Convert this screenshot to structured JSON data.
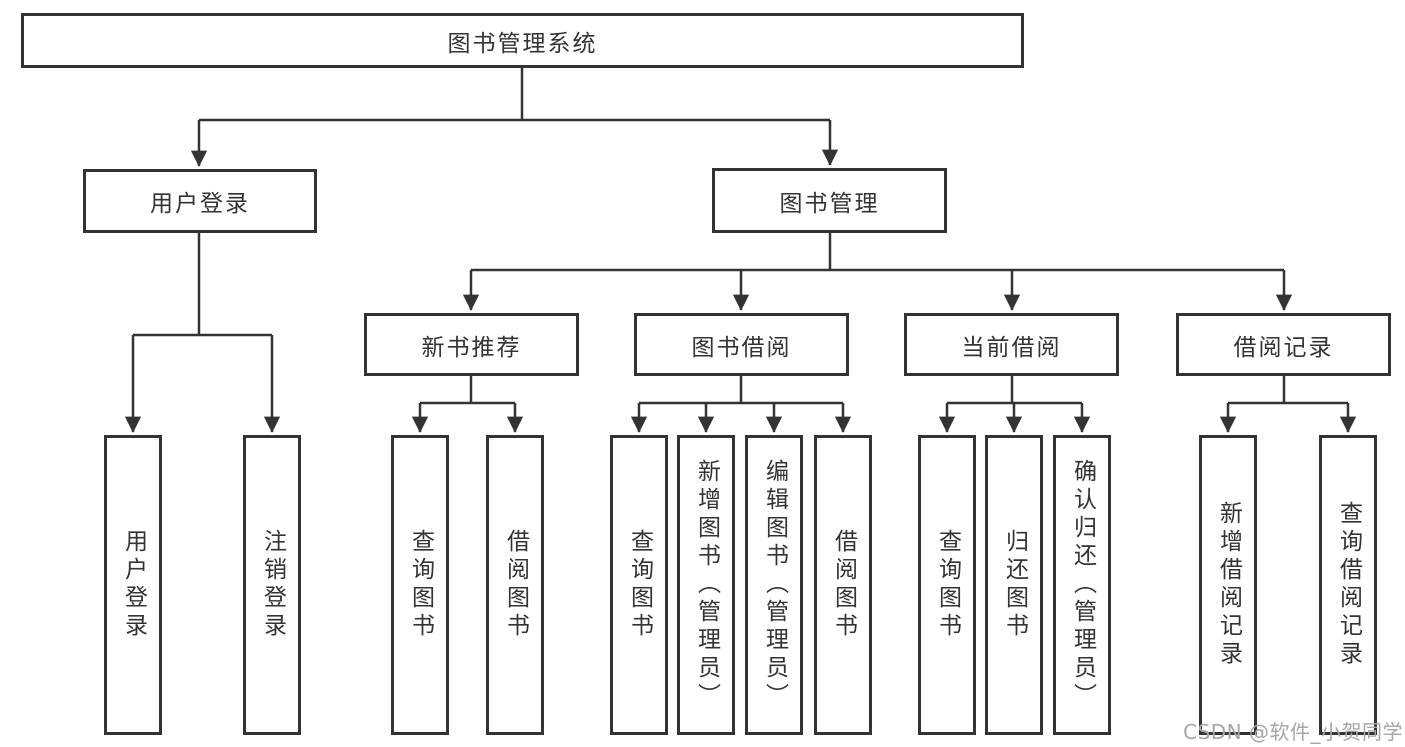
{
  "diagram": {
    "type": "hierarchy-tree",
    "root": "图书管理系统",
    "branches": [
      {
        "label": "用户登录",
        "children": [
          {
            "label": "用户登录"
          },
          {
            "label": "注销登录"
          }
        ]
      },
      {
        "label": "图书管理",
        "children": [
          {
            "label": "新书推荐",
            "children": [
              {
                "label": "查询图书"
              },
              {
                "label": "借阅图书"
              }
            ]
          },
          {
            "label": "图书借阅",
            "children": [
              {
                "label": "查询图书"
              },
              {
                "label": "新增图书（管理员）"
              },
              {
                "label": "编辑图书（管理员）"
              },
              {
                "label": "借阅图书"
              }
            ]
          },
          {
            "label": "当前借阅",
            "children": [
              {
                "label": "查询图书"
              },
              {
                "label": "归还图书"
              },
              {
                "label": "确认归还（管理员）"
              }
            ]
          },
          {
            "label": "借阅记录",
            "children": [
              {
                "label": "新增借阅记录"
              },
              {
                "label": "查询借阅记录"
              }
            ]
          }
        ]
      }
    ]
  },
  "watermark": {
    "text": "CSDN @软件_小贺同学"
  },
  "colors": {
    "line": "#333333",
    "text": "#333333",
    "box_fill": "#ffffff",
    "background": "#ffffff",
    "watermark": "#a6a6a6"
  }
}
